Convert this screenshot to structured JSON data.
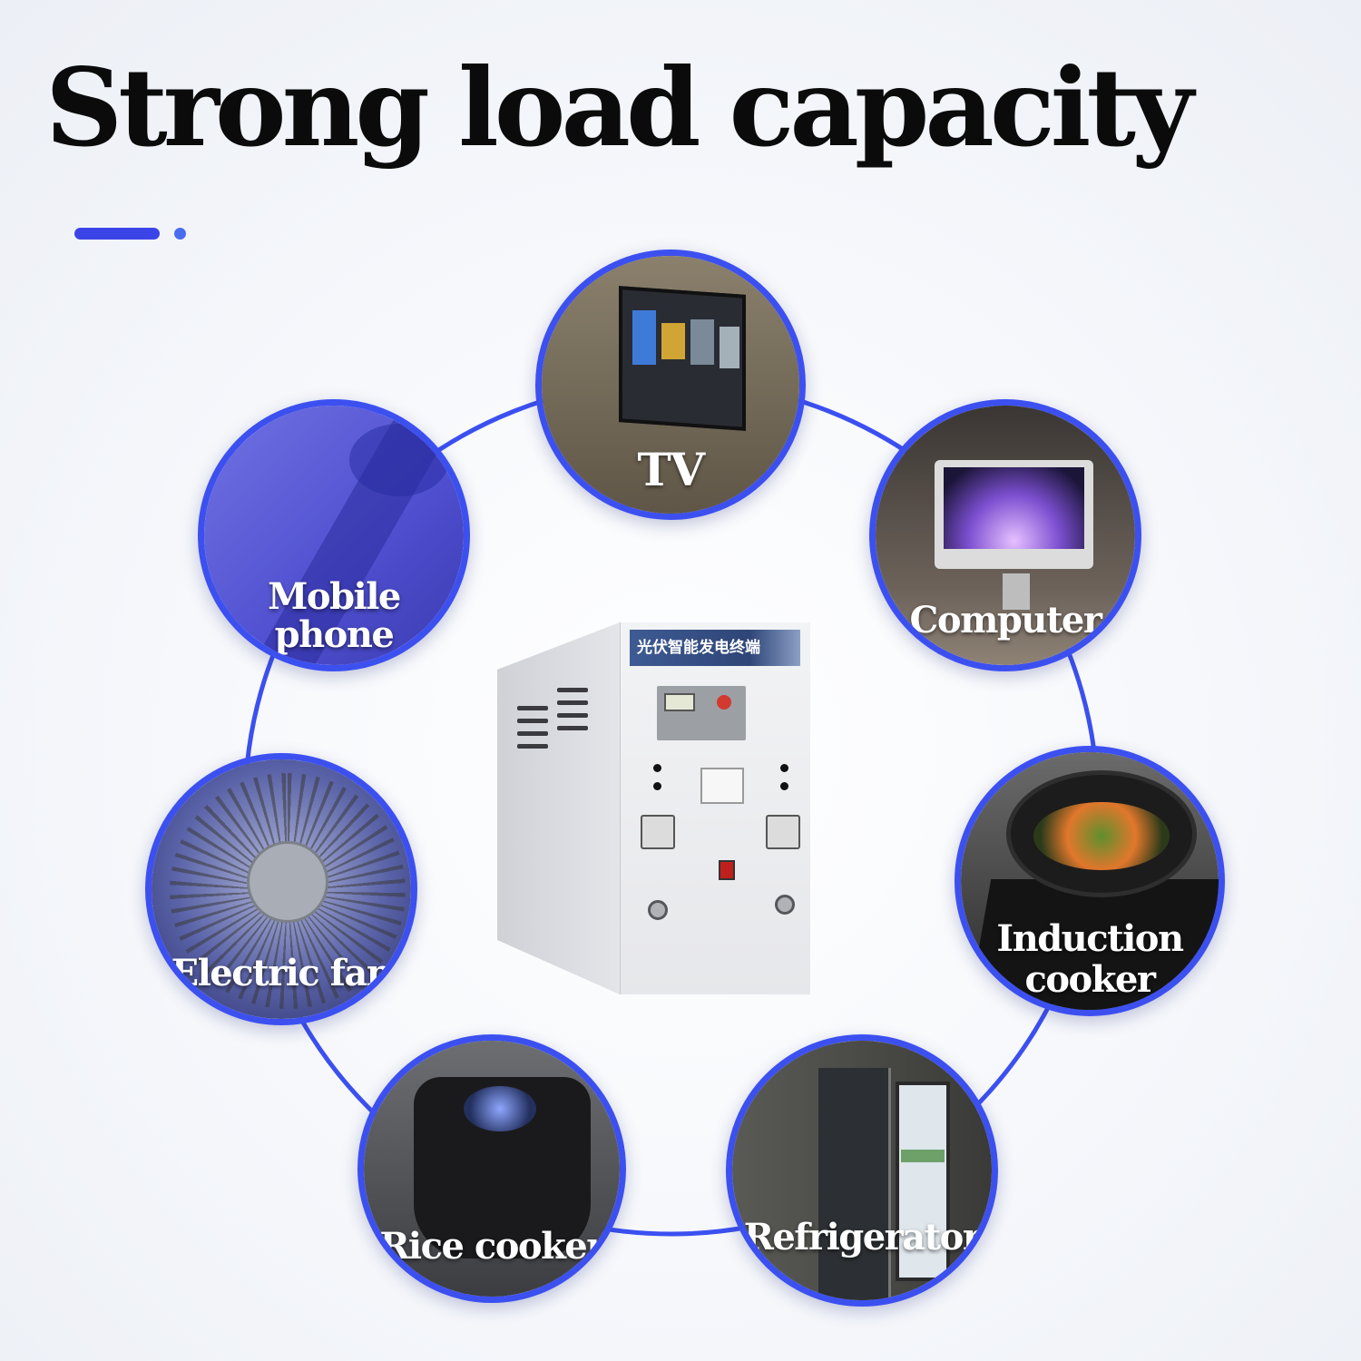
{
  "headline": "Strong load capacity",
  "accent_color": "#3c50f0",
  "device": {
    "banner_text": "光伏智能发电终端",
    "icon": "solar-power-station-unit"
  },
  "appliances": [
    {
      "label": "TV",
      "icon": "tv-icon"
    },
    {
      "label": "Computer",
      "icon": "computer-icon"
    },
    {
      "label": "Induction",
      "label2": "cooker",
      "icon": "induction-cooker-icon"
    },
    {
      "label": "Refrigerator",
      "icon": "refrigerator-icon"
    },
    {
      "label": "Rice cooker",
      "icon": "rice-cooker-icon"
    },
    {
      "label": "Electric fan",
      "icon": "electric-fan-icon"
    },
    {
      "label": "Mobile phone",
      "icon": "mobile-phone-icon"
    }
  ]
}
